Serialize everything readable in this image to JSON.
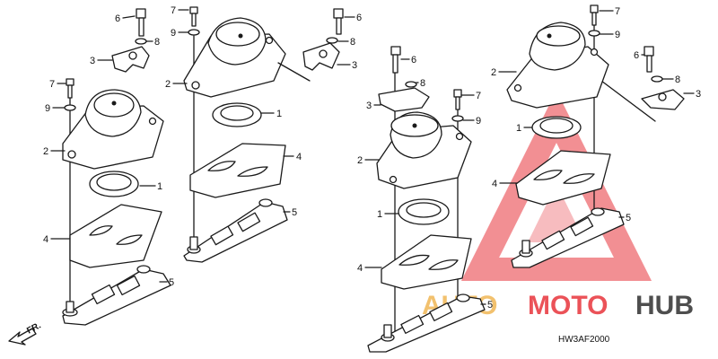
{
  "diagram_code": "HW3AF2000",
  "direction_label": "FR.",
  "watermark": {
    "part1": "AUTO",
    "part2": "MOTO",
    "part3": "HUB",
    "colors": {
      "orange": "#f0b24a",
      "red": "#e8343c",
      "gray": "#3b3b3b"
    }
  },
  "callouts": {
    "g1": [
      "6",
      "8",
      "3",
      "7",
      "9",
      "2",
      "1",
      "4",
      "5"
    ],
    "g2": [
      "7",
      "9",
      "2",
      "1",
      "4",
      "5"
    ],
    "g3": [
      "6",
      "8",
      "3"
    ],
    "g4": [
      "6",
      "8",
      "3",
      "7",
      "9",
      "2",
      "1",
      "4",
      "5"
    ],
    "g5": [
      "7",
      "9",
      "2",
      "1",
      "4",
      "5",
      "6",
      "8",
      "3"
    ]
  }
}
